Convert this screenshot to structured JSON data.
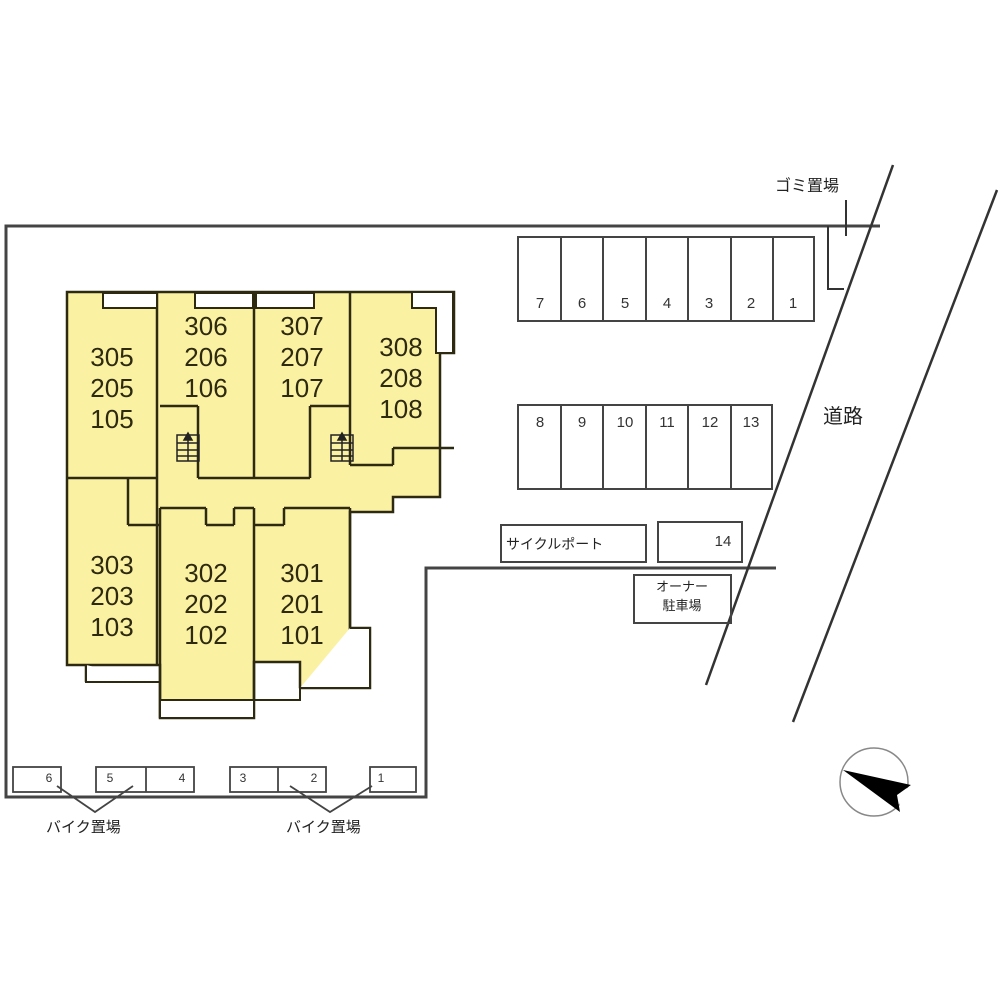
{
  "title": "Site plan",
  "colors": {
    "building": "#fbf1a2",
    "line": "#333333",
    "background": "#ffffff"
  },
  "buildings": {
    "units": [
      {
        "id": "stack-305",
        "lines": [
          "305",
          "205",
          "105"
        ]
      },
      {
        "id": "stack-306",
        "lines": [
          "306",
          "206",
          "106"
        ]
      },
      {
        "id": "stack-307",
        "lines": [
          "307",
          "207",
          "107"
        ]
      },
      {
        "id": "stack-308",
        "lines": [
          "308",
          "208",
          "108"
        ]
      },
      {
        "id": "stack-303",
        "lines": [
          "303",
          "203",
          "103"
        ]
      },
      {
        "id": "stack-302",
        "lines": [
          "302",
          "202",
          "102"
        ]
      },
      {
        "id": "stack-301",
        "lines": [
          "301",
          "201",
          "101"
        ]
      }
    ],
    "stairs_icon": "staircase-icon"
  },
  "parking": {
    "row_top": [
      "7",
      "6",
      "5",
      "4",
      "3",
      "2",
      "1"
    ],
    "row_middle": [
      "8",
      "9",
      "10",
      "11",
      "12",
      "13"
    ],
    "extra_space": "14",
    "cycle_port_label": "サイクルポート",
    "owner_parking_label": [
      "オーナー",
      "駐車場"
    ]
  },
  "garbage_area_label": "ゴミ置場",
  "road_label": "道路",
  "bike_parking": {
    "slots": [
      "6",
      "5",
      "4",
      "3",
      "2",
      "1"
    ],
    "labels": [
      "バイク置場",
      "バイク置場"
    ]
  },
  "compass": {
    "icon": "north-arrow-icon"
  }
}
